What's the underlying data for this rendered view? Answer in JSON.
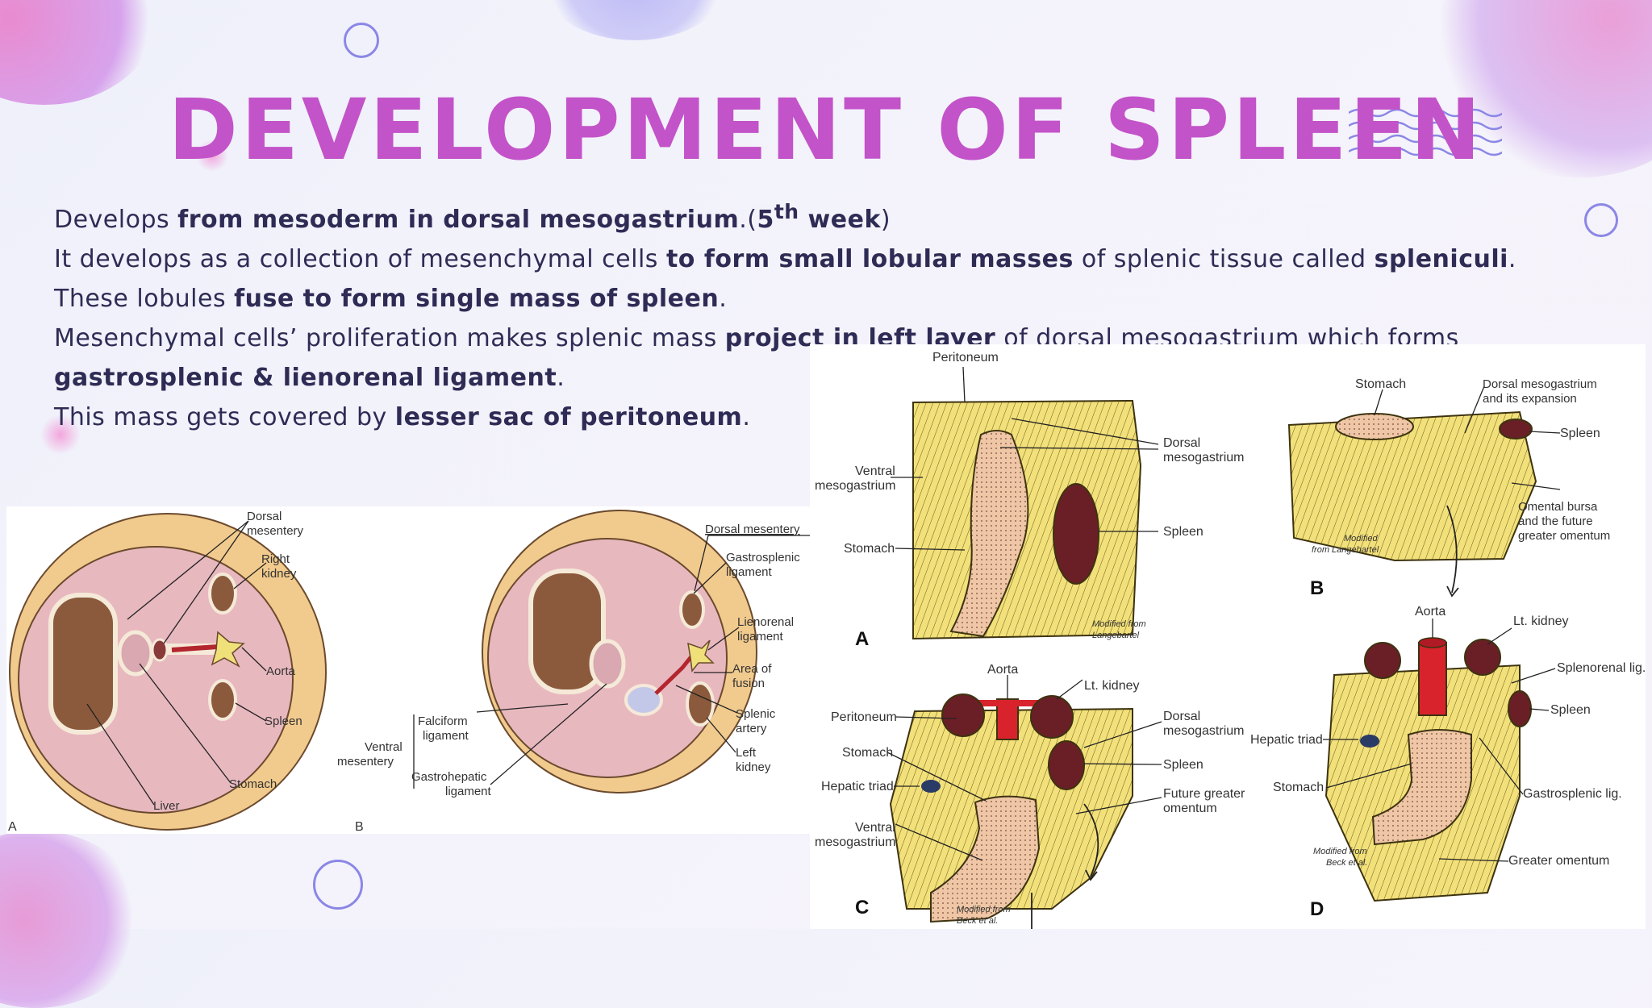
{
  "slide": {
    "title": "Development of Spleen",
    "lines": [
      {
        "segments": [
          {
            "text": "Develops ",
            "bold": false
          },
          {
            "text": "from mesoderm in dorsal mesogastrium",
            "bold": true
          },
          {
            "text": ".(",
            "bold": false
          },
          {
            "text": "5",
            "bold": true
          },
          {
            "text": "th",
            "bold": true,
            "sup": true
          },
          {
            "text": " week",
            "bold": true
          },
          {
            "text": ")",
            "bold": false
          }
        ]
      },
      {
        "segments": [
          {
            "text": "It develops as a collection of mesenchymal cells ",
            "bold": false
          },
          {
            "text": "to form small lobular masses",
            "bold": true
          },
          {
            "text": " of splenic tissue called ",
            "bold": false
          },
          {
            "text": "spleniculi",
            "bold": true
          },
          {
            "text": ".",
            "bold": false
          }
        ]
      },
      {
        "segments": [
          {
            "text": "These lobules ",
            "bold": false
          },
          {
            "text": "fuse to form single mass of spleen",
            "bold": true
          },
          {
            "text": ".",
            "bold": false
          }
        ]
      },
      {
        "segments": [
          {
            "text": "Mesenchymal cells’ proliferation makes splenic mass ",
            "bold": false
          },
          {
            "text": "project in left layer",
            "bold": true
          },
          {
            "text": " of dorsal mesogastrium which forms",
            "bold": false
          }
        ]
      },
      {
        "segments": [
          {
            "text": "gastrosplenic & lienorenal ligament",
            "bold": true
          },
          {
            "text": ".",
            "bold": false
          }
        ]
      },
      {
        "segments": [
          {
            "text": "This mass gets covered by ",
            "bold": false
          },
          {
            "text": "lesser sac of peritoneum",
            "bold": true
          },
          {
            "text": ".",
            "bold": false
          }
        ]
      }
    ]
  },
  "figure_left": {
    "panel_a": {
      "letter": "A",
      "labels": {
        "dorsal_mesentery": [
          "Dorsal",
          "mesentery"
        ],
        "right_kidney": [
          "Right",
          "kidney"
        ],
        "aorta": "Aorta",
        "spleen": "Spleen",
        "stomach": "Stomach",
        "liver": "Liver"
      }
    },
    "panel_b": {
      "letter": "B",
      "labels": {
        "dorsal_mesentery": "Dorsal mesentery",
        "gastrosplenic": [
          "Gastrosplenic",
          "ligament"
        ],
        "lienorenal": [
          "Lienorenal",
          "ligament"
        ],
        "area_fusion": [
          "Area of",
          "fusion"
        ],
        "splenic_artery": [
          "Splenic",
          "artery"
        ],
        "left_kidney": [
          "Left",
          "kidney"
        ],
        "ventral_mesentery": [
          "Ventral",
          "mesentery"
        ],
        "falciform": [
          "Falciform",
          "ligament"
        ],
        "gastrohepatic": [
          "Gastrohepatic",
          "ligament"
        ]
      }
    }
  },
  "figure_right": {
    "panel_a": {
      "letter": "A",
      "credit": [
        "Modified from",
        "Langebartel"
      ],
      "labels": {
        "peritoneum": "Peritoneum",
        "dorsal_meso": [
          "Dorsal",
          "mesogastrium"
        ],
        "ventral_meso": [
          "Ventral",
          "mesogastrium"
        ],
        "spleen": "Spleen",
        "stomach": "Stomach"
      }
    },
    "panel_b": {
      "letter": "B",
      "credit": [
        "Modified",
        "from Langebartel"
      ],
      "labels": {
        "stomach": "Stomach",
        "dorsal_meso": [
          "Dorsal mesogastrium",
          "and its expansion"
        ],
        "spleen": "Spleen",
        "omental": [
          "Omental bursa",
          "and the future",
          "greater omentum"
        ]
      }
    },
    "panel_c": {
      "letter": "C",
      "credit": [
        "Modified from",
        "Beck et al."
      ],
      "labels": {
        "aorta": "Aorta",
        "lt_kidney": "Lt. kidney",
        "peritoneum": "Peritoneum",
        "dorsal_meso": [
          "Dorsal",
          "mesogastrium"
        ],
        "stomach": "Stomach",
        "spleen": "Spleen",
        "hepatic_triad": "Hepatic triad",
        "future_omentum": [
          "Future greater",
          "omentum"
        ],
        "ventral_meso": [
          "Ventral",
          "mesogastrium"
        ]
      }
    },
    "panel_d": {
      "letter": "D",
      "credit": [
        "Modified from",
        "Beck et al."
      ],
      "labels": {
        "aorta": "Aorta",
        "lt_kidney": "Lt. kidney",
        "splenorenal": "Splenorenal lig.",
        "spleen": "Spleen",
        "hepatic_triad": "Hepatic triad",
        "stomach": "Stomach",
        "gastrosplenic": "Gastrosplenic lig.",
        "greater_omentum": "Greater omentum"
      }
    }
  },
  "colors": {
    "title": "#c353c9",
    "text": "#2e2c55",
    "ring": "#8b87e6",
    "mesentery": "#f1ca8d",
    "peritoneal": "#e8b8bf",
    "organ": "#8b5a3c",
    "yellow_tissue": "#f2e07a",
    "stomach_tissue": "#efc7a6",
    "spleen_dark": "#6a1f26",
    "aorta_red": "#d8232d"
  }
}
